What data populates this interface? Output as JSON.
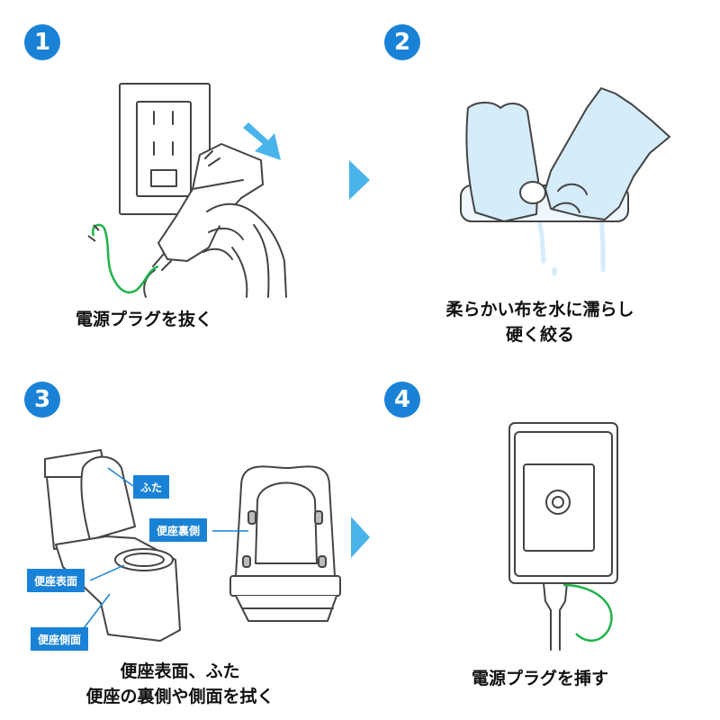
{
  "steps": [
    {
      "number": "1",
      "caption": "電源プラグを抜く"
    },
    {
      "number": "2",
      "caption_line1": "柔らかい布を水に濡らし",
      "caption_line2": "硬く絞る"
    },
    {
      "number": "3",
      "caption_line1": "便座表面、ふた",
      "caption_line2": "便座の裏側や側面を拭く",
      "labels": {
        "lid": "ふた",
        "seat_back": "便座裏側",
        "seat_surface": "便座表面",
        "seat_side": "便座側面"
      }
    },
    {
      "number": "4",
      "caption": "電源プラグを挿す"
    }
  ],
  "colors": {
    "accent": "#1a82d6",
    "arrow": "#49b4ec",
    "cord": "#1fb24a",
    "water": "#d5ecfb"
  }
}
